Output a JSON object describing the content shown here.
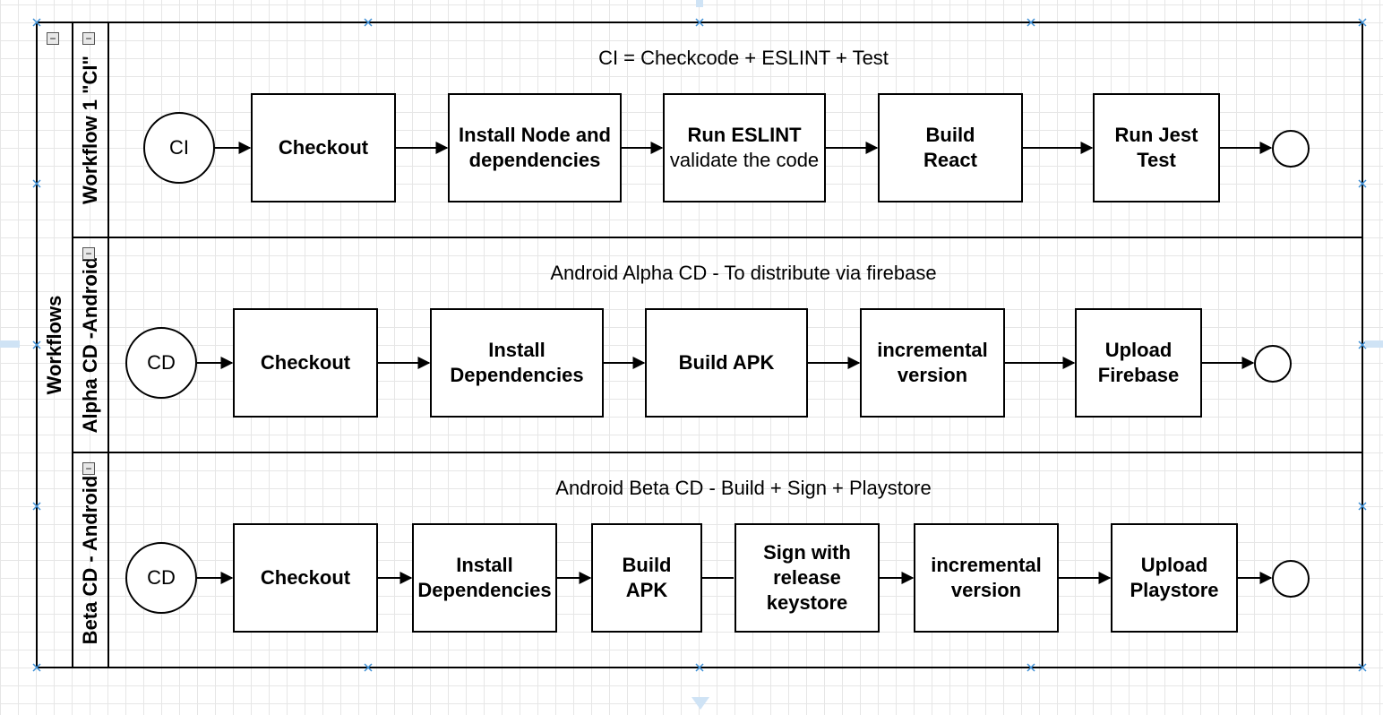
{
  "pool": {
    "label": "Workflows"
  },
  "lanes": [
    {
      "label": "Workflow 1 \"CI\"",
      "caption": "CI = Checkcode + ESLINT + Test",
      "start": "CI",
      "steps": [
        {
          "bold": "Checkout",
          "normal": ""
        },
        {
          "bold": "Install Node and dependencies",
          "normal": ""
        },
        {
          "bold": "Run ESLINT",
          "normal": "validate the code"
        },
        {
          "bold": "Build React",
          "normal": ""
        },
        {
          "bold": "Run Jest Test",
          "normal": ""
        }
      ]
    },
    {
      "label": "Alpha CD -Android",
      "caption": "Android Alpha CD - To distribute via firebase",
      "start": "CD",
      "steps": [
        {
          "bold": "Checkout",
          "normal": ""
        },
        {
          "bold": "Install Dependencies",
          "normal": ""
        },
        {
          "bold": "Build APK",
          "normal": ""
        },
        {
          "bold": "incremental version",
          "normal": ""
        },
        {
          "bold": "Upload Firebase",
          "normal": ""
        }
      ]
    },
    {
      "label": "Beta CD - Android",
      "caption": "Android Beta CD - Build + Sign + Playstore",
      "start": "CD",
      "steps": [
        {
          "bold": "Checkout",
          "normal": ""
        },
        {
          "bold": "Install Dependencies",
          "normal": ""
        },
        {
          "bold": "Build APK",
          "normal": ""
        },
        {
          "bold": "Sign with release keystore",
          "normal": ""
        },
        {
          "bold": "incremental version",
          "normal": ""
        },
        {
          "bold": "Upload Playstore",
          "normal": ""
        }
      ]
    }
  ],
  "icons": {
    "collapse": "minus-square-icon",
    "selection_handle": "x-handle-icon"
  },
  "colors": {
    "stroke": "#000000",
    "grid": "#e6e6e6",
    "handle": "#3d8fd6"
  }
}
